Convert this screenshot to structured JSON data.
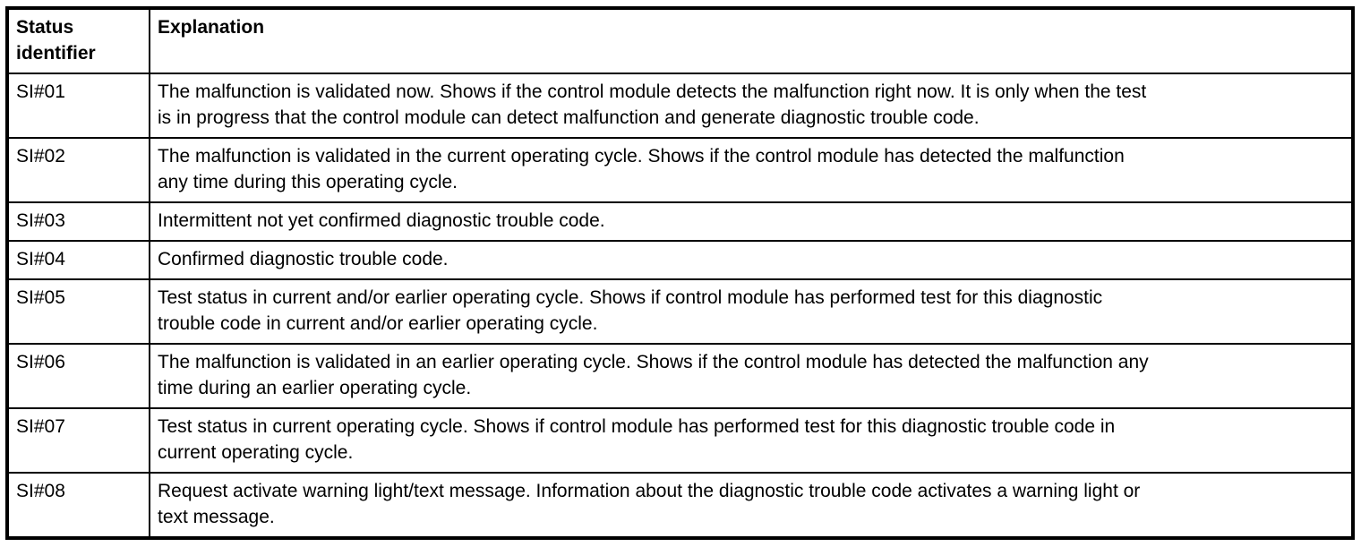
{
  "table": {
    "headers": {
      "status_identifier": "Status\nidentifier",
      "explanation": "Explanation"
    },
    "rows": [
      {
        "status_identifier": "SI#01",
        "explanation": "The malfunction is validated now. Shows if the control module detects the malfunction right now. It is only when the test\nis in progress that the control module can detect malfunction and generate diagnostic trouble code."
      },
      {
        "status_identifier": "SI#02",
        "explanation": "The malfunction is validated in the current operating cycle. Shows if the control module has detected the malfunction\nany time during this operating cycle."
      },
      {
        "status_identifier": "SI#03",
        "explanation": "Intermittent not yet confirmed diagnostic trouble code."
      },
      {
        "status_identifier": "SI#04",
        "explanation": "Confirmed diagnostic trouble code."
      },
      {
        "status_identifier": "SI#05",
        "explanation": "Test status in current and/or earlier operating cycle. Shows if control module has performed test for this diagnostic\ntrouble code in current and/or earlier operating cycle."
      },
      {
        "status_identifier": "SI#06",
        "explanation": "The malfunction is validated in an earlier operating cycle. Shows if the control module has detected the malfunction any\ntime during an earlier operating cycle."
      },
      {
        "status_identifier": "SI#07",
        "explanation": "Test status in current operating cycle. Shows if control module has performed test for this diagnostic trouble code in\ncurrent operating cycle."
      },
      {
        "status_identifier": "SI#08",
        "explanation": "Request activate warning light/text message. Information about the diagnostic trouble code activates a warning light or\ntext message."
      }
    ]
  },
  "colors": {
    "border": "#000000",
    "background": "#ffffff",
    "text": "#000000"
  }
}
